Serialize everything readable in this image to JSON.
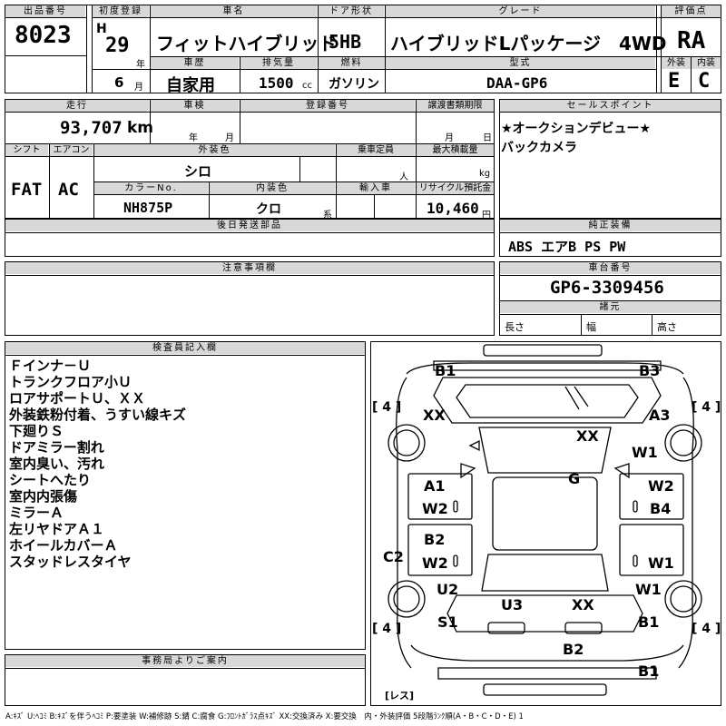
{
  "row1": {
    "lot_no_label": "出品番号",
    "lot_no": "8023",
    "first_reg_label": "初度登録",
    "era": "H",
    "year": "29",
    "year_unit": "年",
    "month": "6",
    "month_unit": "月",
    "car_name_label": "車名",
    "car_name": "フィットハイブリッド",
    "door_label": "ドア形状",
    "door": "5HB",
    "grade_label": "グレード",
    "grade": "ハイブリッドLパッケージ　4WD",
    "score_label": "評価点",
    "score": "RA",
    "history_label": "車歴",
    "history": "自家用",
    "displacement_label": "排気量",
    "displacement": "1500",
    "displacement_unit": "cc",
    "fuel_label": "燃料",
    "fuel": "ガソリン",
    "model_label": "型式",
    "model": "DAA-GP6",
    "ext_label": "外装",
    "ext_grade": "E",
    "int_label": "内装",
    "int_grade": "C"
  },
  "row2": {
    "mileage_label": "走行",
    "mileage": "93,707",
    "mileage_unit": "km",
    "inspection_label": "車検",
    "insp_year_unit": "年",
    "insp_month_unit": "月",
    "reg_no_label": "登録番号",
    "transfer_label": "譲渡書類期限",
    "transfer_month_unit": "月",
    "transfer_day_unit": "日",
    "shift_label": "シフト",
    "shift": "FAT",
    "ac_label": "エアコン",
    "ac": "AC",
    "ext_color_label": "外装色",
    "ext_color": "シロ",
    "capacity_label": "乗車定員",
    "capacity_unit": "人",
    "max_load_label": "最大積載量",
    "max_load_unit": "kg",
    "color_no_label": "カラーNo.",
    "color_no": "NH875P",
    "int_color_label": "内装色",
    "int_color": "クロ",
    "int_color_unit": "系",
    "import_label": "輸入車",
    "recycle_label": "リサイクル預託金",
    "recycle": "10,460",
    "recycle_unit": "円"
  },
  "sales_point": {
    "label": "セールスポイント",
    "lines": [
      "★オークションデビュー★",
      "バックカメラ"
    ]
  },
  "later_parts_label": "後日発送部品",
  "equipment": {
    "label": "純正装備",
    "value": "ABS エアB PS PW"
  },
  "caution_label": "注意事項欄",
  "chassis": {
    "label": "車台番号",
    "value": "GP6-3309456"
  },
  "specs": {
    "label": "諸元",
    "length": "長さ",
    "width": "幅",
    "height": "高さ"
  },
  "inspector": {
    "label": "検査員記入欄",
    "notes": [
      "Ｆインナ－Ｕ",
      "トランクフロア小Ｕ",
      "ロアサポートＵ、ＸＸ",
      "外装鉄粉付着、うすい線キズ",
      "下廻りＳ",
      "ドアミラー割れ",
      "室内臭い、汚れ",
      "シートへたり",
      "室内内張傷",
      "ミラーＡ",
      "左リヤドアＡ１",
      "ホイールカバーＡ",
      "スタッドレスタイヤ"
    ]
  },
  "office_label": "事務局よりご案内",
  "diagram": {
    "marks": [
      "B1",
      "B3",
      "XX",
      "A3",
      "XX",
      "W1",
      "G",
      "A1",
      "W2",
      "W2",
      "B4",
      "B2",
      "W2",
      "W1",
      "C2",
      "U2",
      "W1",
      "U3",
      "XX",
      "S1",
      "B1",
      "B2",
      "B1"
    ],
    "tire_left_top": "[ 4 ]",
    "tire_right_top": "[ 4 ]",
    "tire_left_bottom": "[ 4 ]",
    "tire_right_bottom": "[ 4 ]",
    "less": "[レス]"
  },
  "legend": "A:ｷｽﾞ U:ﾍｺﾐ B:ｷｽﾞを伴うﾍｺﾐ P:要塗装 W:補修跡 S:錆 C:腐食 G:ﾌﾛﾝﾄｶﾞﾗｽ点ｷｽﾞ XX:交換済み X:要交換　内・外装評価 5段階ﾗﾝｸ順(A・B・C・D・E) 1"
}
